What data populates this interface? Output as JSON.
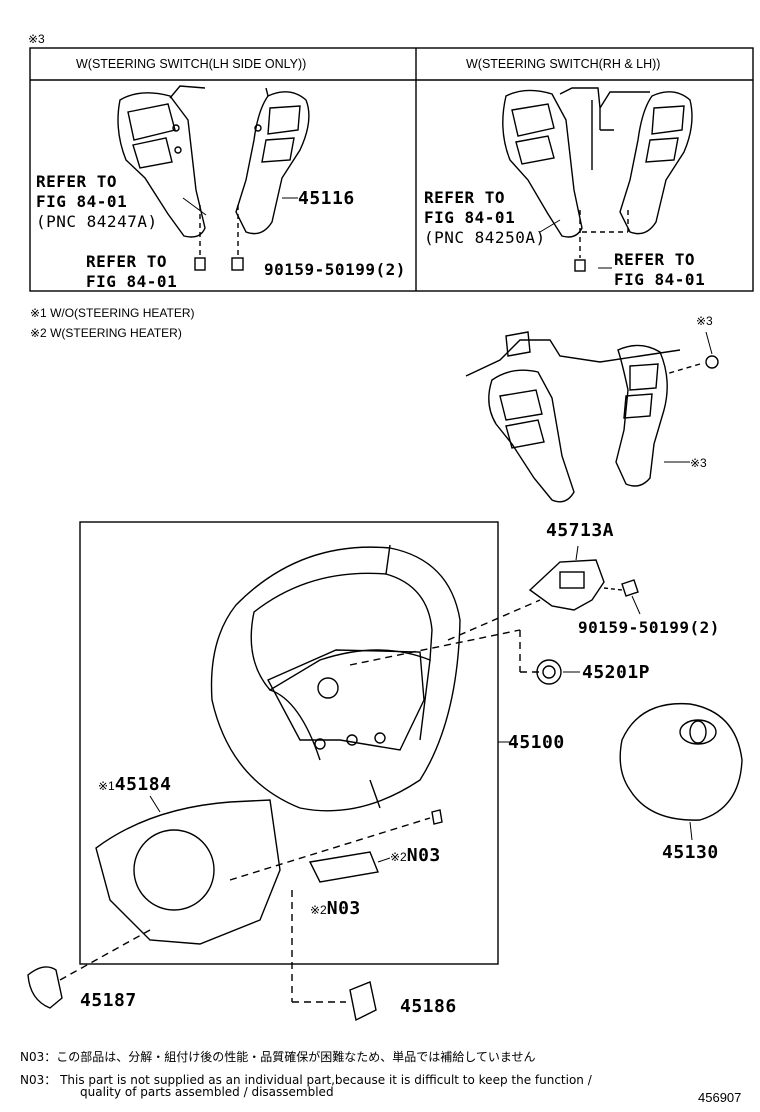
{
  "top_note": "※3",
  "header_left": "W(STEERING SWITCH(LH SIDE ONLY))",
  "header_right": "W(STEERING SWITCH(RH & LH))",
  "left_panel": {
    "refer_a_line1": "REFER TO",
    "refer_a_line2": "FIG 84-01",
    "refer_a_line3": "(PNC 84247A)",
    "refer_b_line1": "REFER TO",
    "refer_b_line2": "FIG 84-01",
    "part_45116": "45116",
    "screw": "90159-50199(2)"
  },
  "right_panel": {
    "refer_a_line1": "REFER TO",
    "refer_a_line2": "FIG 84-01",
    "refer_a_line3": "(PNC 84250A)",
    "refer_b_line1": "REFER TO",
    "refer_b_line2": "FIG 84-01"
  },
  "legend": {
    "line1": "※1  W/O(STEERING HEATER)",
    "line2": "※2  W(STEERING HEATER)"
  },
  "mark3_a": "※3",
  "mark3_b": "※3",
  "parts": {
    "p45713a": "45713A",
    "p90159": "90159-50199(2)",
    "p45201p": "45201P",
    "p45100": "45100",
    "p45130": "45130",
    "p45184_mark": "※1",
    "p45184": "45184",
    "pn03a_mark": "※2",
    "pn03a": "N03",
    "pn03b_mark": "※2",
    "pn03b": "N03",
    "p45187": "45187",
    "p45186": "45186"
  },
  "footnote_jp_code": "N03",
  "footnote_jp": "：この部品は、分解・組付け後の性能・品質確保が困難なため、単品では補給していません",
  "footnote_en_code": "N03",
  "footnote_en_line1": "：  This part is not supplied as an individual part,because it is difficult to keep the function /",
  "footnote_en_line2": "quality of parts assembled / disassembled",
  "figure_number": "456907"
}
